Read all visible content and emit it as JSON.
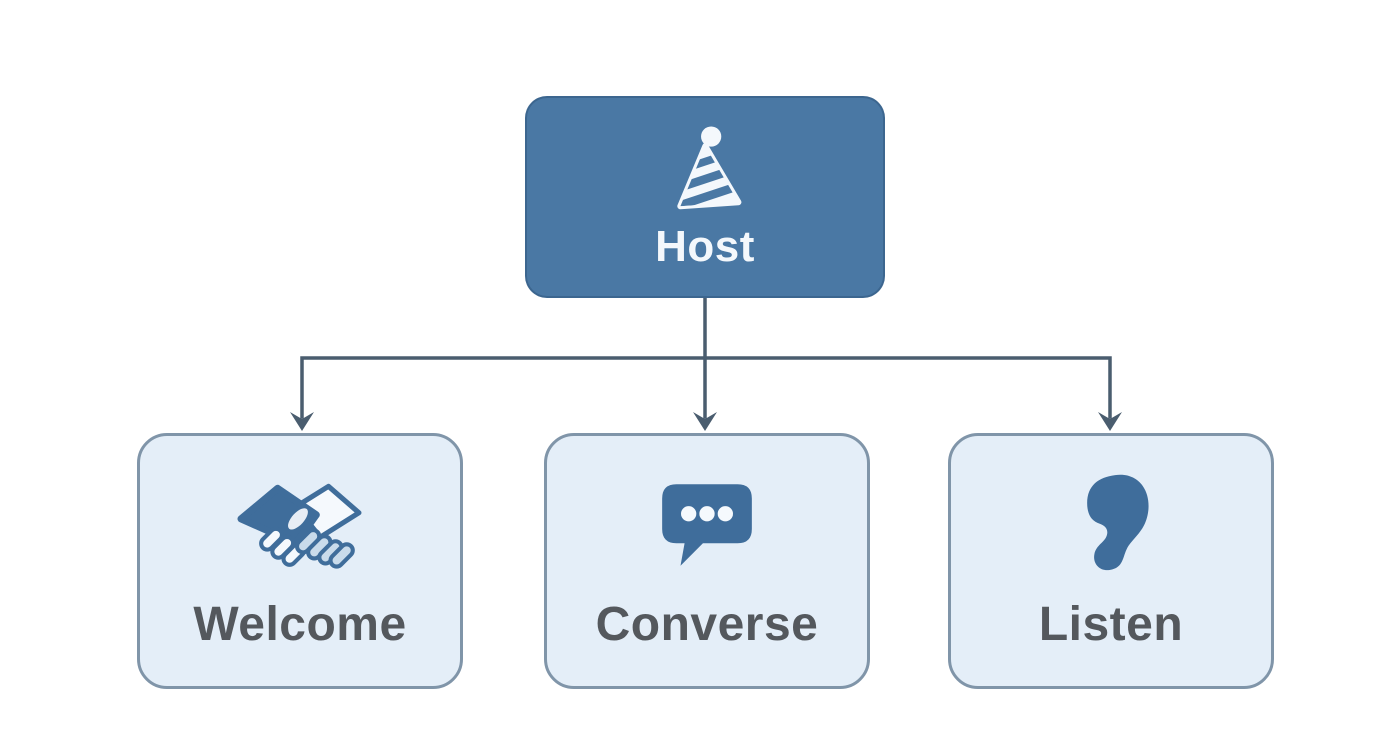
{
  "diagram": {
    "root": {
      "label": "Host",
      "icon": "party-hat-icon"
    },
    "children": [
      {
        "label": "Welcome",
        "icon": "handshake-icon"
      },
      {
        "label": "Converse",
        "icon": "speech-bubble-icon"
      },
      {
        "label": "Listen",
        "icon": "ear-icon"
      }
    ],
    "colors": {
      "root_fill": "#4a78a4",
      "root_text": "#f4f8fc",
      "child_fill": "#e4eef8",
      "child_border": "#8095a9",
      "child_text": "#54585d",
      "icon_blue": "#3f6d9b",
      "icon_light": "#f5f9fd",
      "icon_shade": "#c9dbeb",
      "connector": "#4a5d6f",
      "background": "#ffffff"
    }
  }
}
